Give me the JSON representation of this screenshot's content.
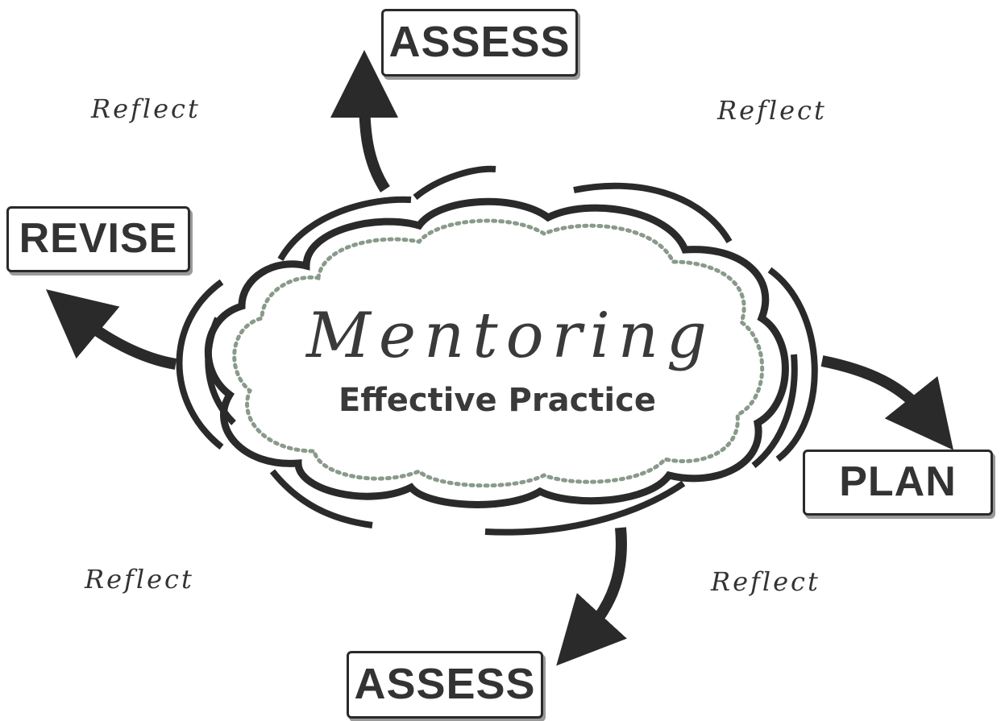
{
  "center": {
    "title": "Mentoring",
    "subtitle": "Effective Practice"
  },
  "stages": {
    "assess_top": "ASSESS",
    "revise": "REVISE",
    "plan": "PLAN",
    "assess_bottom": "ASSESS"
  },
  "reflect_labels": {
    "top_left": "Reflect",
    "top_right": "Reflect",
    "bottom_left": "Reflect",
    "bottom_right": "Reflect"
  },
  "colors": {
    "ink": "#2a2a2a",
    "text": "#333333",
    "accent": "#5b6fa0"
  }
}
